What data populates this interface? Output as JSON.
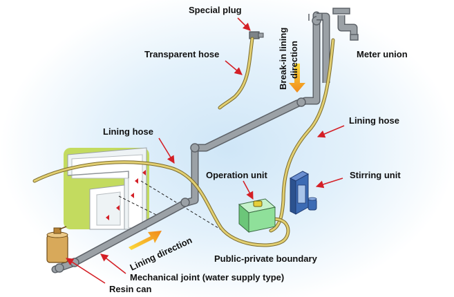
{
  "labels": {
    "special_plug": "Special plug",
    "break_in_line1": "Break-in lining",
    "break_in_line2": "direction",
    "meter_union": "Meter union",
    "transparent_hose": "Transparent hose",
    "lining_hose_right": "Lining hose",
    "lining_hose_left": "Lining hose",
    "operation_unit": "Operation unit",
    "stirring_unit": "Stirring unit",
    "lining_direction": "Lining direction",
    "public_private_boundary": "Public-private boundary",
    "mechanical_joint": "Mechanical joint (water supply type)",
    "resin_can": "Resin can"
  },
  "colors": {
    "pipe": "#8f9499",
    "pipe_dark": "#5d6268",
    "hose": "#e2cf72",
    "hose_edge": "#7a6a2a",
    "cross_section_bg": "#c3db5f",
    "operation_unit": "#8fe09a",
    "stirring_unit": "#3c6bb4",
    "resin_can": "#d8a95a",
    "arrow_red": "#d42027",
    "arrow_orange": "#f19a1a",
    "arrow_yellow": "#fcdc3c"
  },
  "icons": [
    "special-plug-icon",
    "meter-union-icon",
    "operation-unit-icon",
    "stirring-unit-icon",
    "resin-can-icon"
  ]
}
